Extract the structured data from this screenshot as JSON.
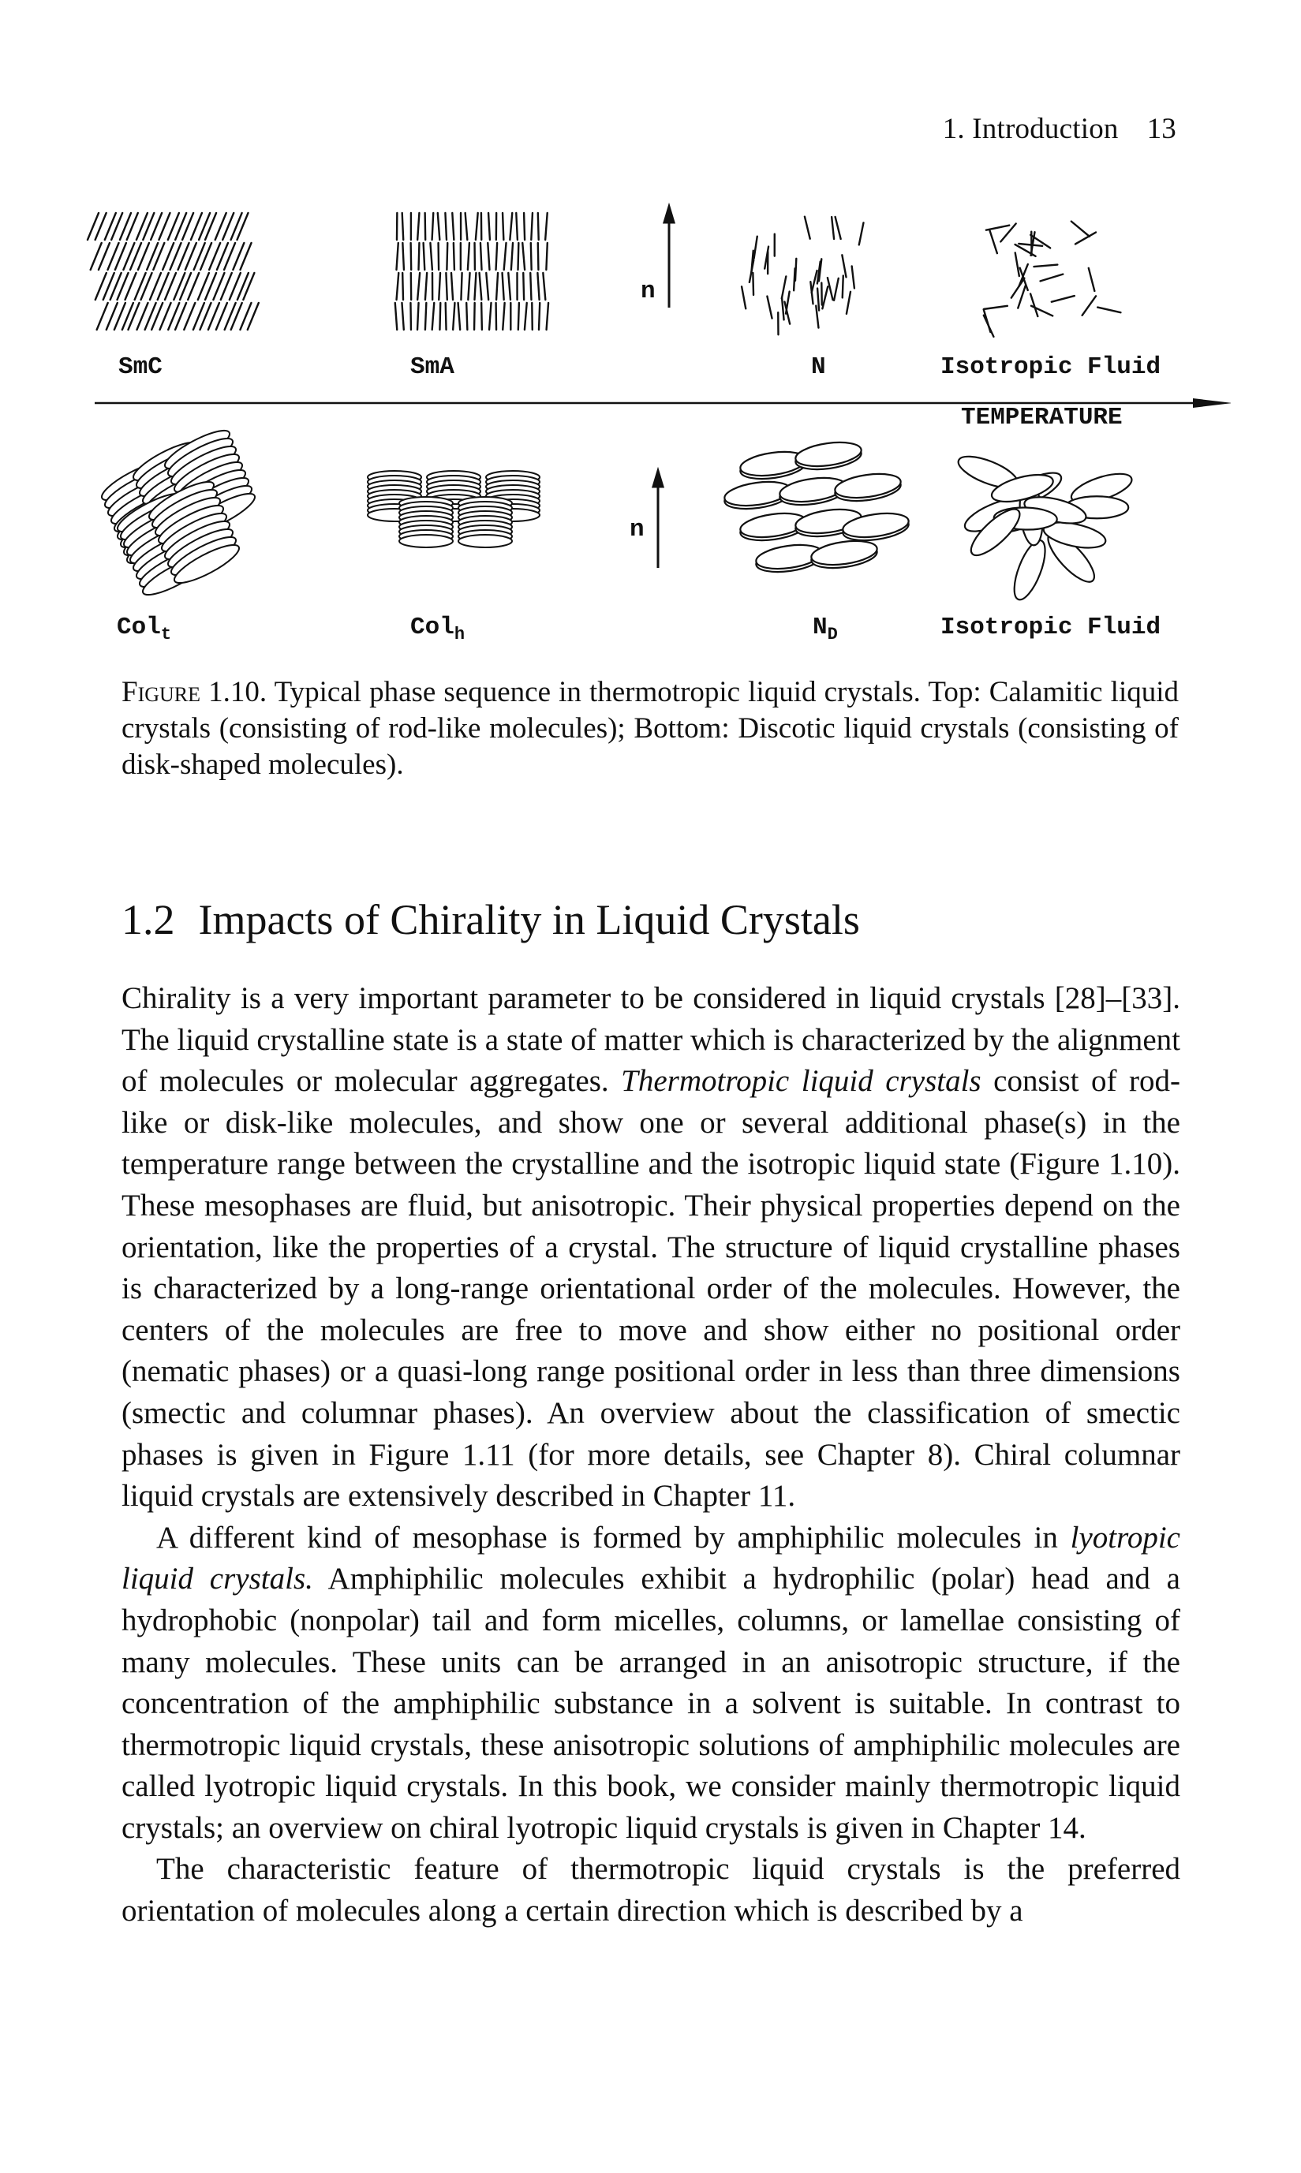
{
  "running_head": {
    "chapter": "1. Introduction",
    "page_number": "13"
  },
  "figure": {
    "top_labels": {
      "smc": "SmC",
      "sma": "SmA",
      "n": "N",
      "iso": "Isotropic Fluid"
    },
    "director_label": "n",
    "temperature_label": "TEMPERATURE",
    "bottom_labels": {
      "col_t": "Col",
      "col_t_sub": "t",
      "col_h": "Col",
      "col_h_sub": "h",
      "nd": "N",
      "nd_sub": "D",
      "iso": "Isotropic Fluid"
    }
  },
  "caption": {
    "label": "Figure",
    "number": "1.10.",
    "text": "Typical phase sequence in thermotropic liquid crystals. Top: Calamitic liquid crystals (consisting of rod-like molecules); Bottom: Discotic liquid crystals (consisting of disk-shaped molecules)."
  },
  "section": {
    "number": "1.2",
    "title": "Impacts of Chirality in Liquid Crystals"
  },
  "paragraphs": {
    "p1_a": "Chirality is a very important parameter to be considered in liquid crystals [28]–[33]. The liquid crystalline state is a state of matter which is characterized by the alignment of molecules or molecular aggregates. ",
    "p1_em": "Thermotropic liquid crystals",
    "p1_b": " consist of rod-like or disk-like molecules, and show one or several additional phase(s) in the temperature range between the crystalline and the isotropic liquid state (Figure 1.10). These mesophases are fluid, but anisotropic. Their physical properties depend on the orientation, like the properties of a crystal. The structure of liquid crystalline phases is characterized by a long-range orientational order of the molecules. However, the centers of the molecules are free to move and show either no positional order (nematic phases) or a quasi-long range positional order in less than three dimensions (smectic and columnar phases). An overview about the classification of smectic phases is given in Figure 1.11 (for more details, see Chapter 8). Chiral columnar liquid crystals are extensively described in Chapter 11.",
    "p2_a": "A different kind of mesophase is formed by amphiphilic molecules in ",
    "p2_em": "lyotropic liquid crystals.",
    "p2_b": " Amphiphilic molecules exhibit a hydrophilic (polar) head and a hydrophobic (nonpolar) tail and form micelles, columns, or lamellae consisting of many molecules. These units can be arranged in an anisotropic structure, if the concentration of the amphiphilic substance in a solvent is suitable. In contrast to thermotropic liquid crystals, these anisotropic solutions of amphiphilic molecules are called lyotropic liquid crystals. In this book, we consider mainly thermotropic liquid crystals; an overview on chiral lyotropic liquid crystals is given in Chapter 14.",
    "p3": "The characteristic feature of thermotropic liquid crystals is the preferred orientation of molecules along a certain direction which is described by a"
  }
}
